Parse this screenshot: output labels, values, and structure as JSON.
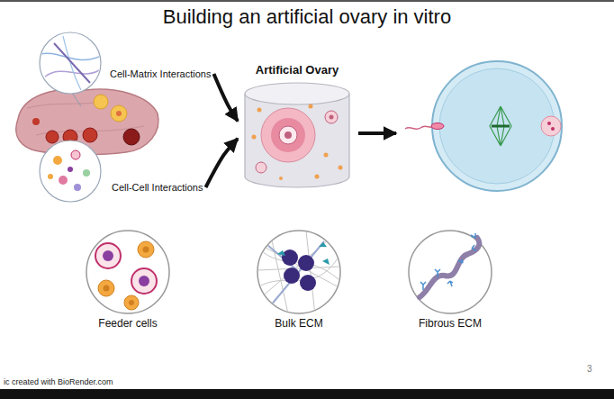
{
  "diagram": {
    "title": "Building an artificial ovary in vitro",
    "nodes": [
      {
        "text": [
          "Cell-Matrix Interactions"
        ]
      },
      {
        "text": [
          "Cell-Cell Interactions"
        ]
      },
      {
        "text": [
          "Artificial Ovary"
        ]
      },
      {
        "text": [
          "Feeder cells"
        ]
      },
      {
        "text": [
          "Bulk ECM"
        ]
      },
      {
        "text": [
          "Fibrous ECM"
        ]
      }
    ],
    "edges": [
      {
        "from": 0,
        "to": 2,
        "arrow": "to"
      },
      {
        "from": 1,
        "to": 2,
        "arrow": "to"
      }
    ],
    "labels": [
      "3",
      "ic created with BioRender.com"
    ]
  }
}
